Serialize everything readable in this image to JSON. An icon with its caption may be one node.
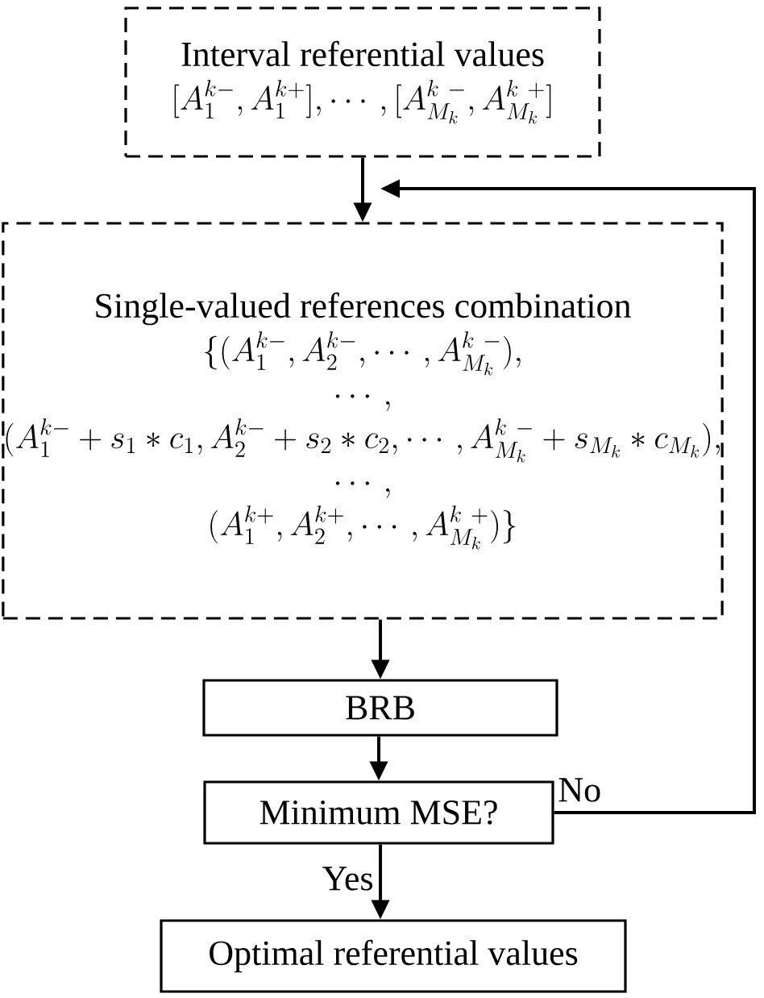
{
  "diagram": {
    "nodes": [
      {
        "text": [
          "Interval referential values",
          "[A_1^{k-}, A_1^{k+}], \\cdots ,[A_{M_k}^{k\\ -}, A_{M_k}^{k\\ +}]"
        ]
      },
      {
        "text": [
          "Single-valued references combination",
          "\\{(A_1^{k-}, A_2^{k-}, \\cdots ,A_{M_k}^{k\\ -}),",
          "\\cdots ,",
          "(A_1^{k-}+s_1*c_1, A_2^{k-}+s_2*c_2, \\cdots ,A_{M_k}^{k\\ -}+s_{M_k}*c_{M_k}),",
          "\\cdots ,",
          "(A_1^{k+}, A_2^{k+}, \\cdots ,A_{M_k}^{k\\ +})\\}"
        ]
      },
      {
        "text": [
          "BRB"
        ]
      },
      {
        "text": [
          "Minimum MSE?"
        ]
      },
      {
        "text": [
          "Optimal referential values"
        ]
      }
    ],
    "edges": [
      {
        "from": 0,
        "to": 1,
        "arrow": "to"
      },
      {
        "from": 1,
        "to": 2,
        "arrow": "to"
      },
      {
        "from": 2,
        "to": 3,
        "arrow": "to"
      },
      {
        "from": 3,
        "to": 1,
        "arrow": "to",
        "label": "No"
      },
      {
        "from": 3,
        "to": 4,
        "arrow": "to",
        "label": "Yes"
      }
    ]
  }
}
